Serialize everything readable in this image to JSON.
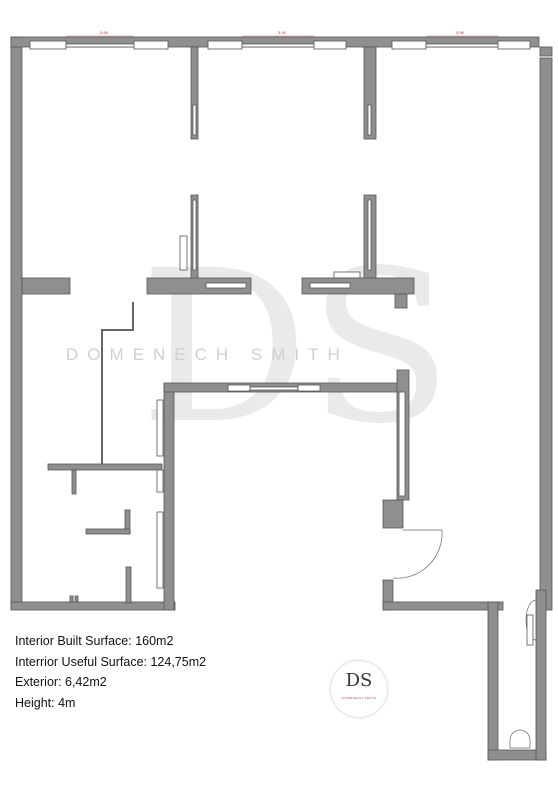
{
  "dimensions": [
    "3.98",
    "3.91",
    "3.98"
  ],
  "watermark": {
    "letters": "DS",
    "name": "DOMENECH SMITH"
  },
  "info": {
    "interior_built": "Interior Built Surface: 160m2",
    "interior_useful": "Interrior Useful Surface: 124,75m2",
    "exterior": "Exterior: 6,42m2",
    "height": "Height: 4m"
  },
  "logo": {
    "monogram": "DS",
    "name": "DOMENECH SMITH"
  }
}
